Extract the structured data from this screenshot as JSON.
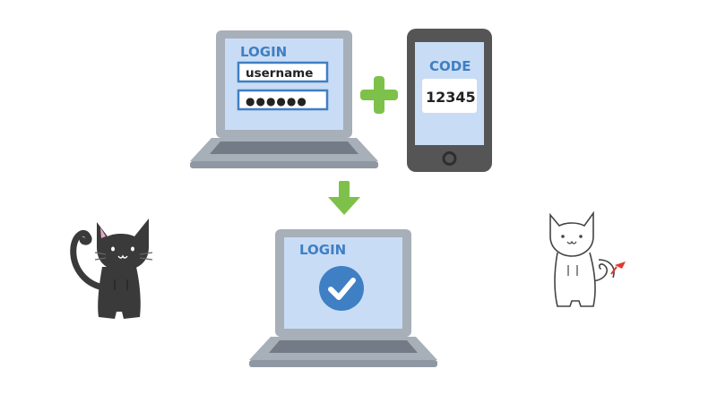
{
  "laptop_top": {
    "title": "LOGIN",
    "username_value": "username",
    "password_mask": "●●●●●●"
  },
  "phone": {
    "title": "CODE",
    "code": "12345"
  },
  "laptop_bottom": {
    "title": "LOGIN"
  },
  "icons": {
    "plus": "plus-icon",
    "arrow": "arrow-down-icon",
    "check": "checkmark-icon"
  },
  "colors": {
    "screen_bg": "#c9dcf5",
    "accent_blue": "#3f7fc4",
    "laptop_gray": "#a7afb8",
    "laptop_dark": "#737b86",
    "phone_body": "#555555",
    "green": "#7ec14a",
    "cat_black": "#3a3a3a",
    "cat_ribbon": "#e03a2e"
  }
}
